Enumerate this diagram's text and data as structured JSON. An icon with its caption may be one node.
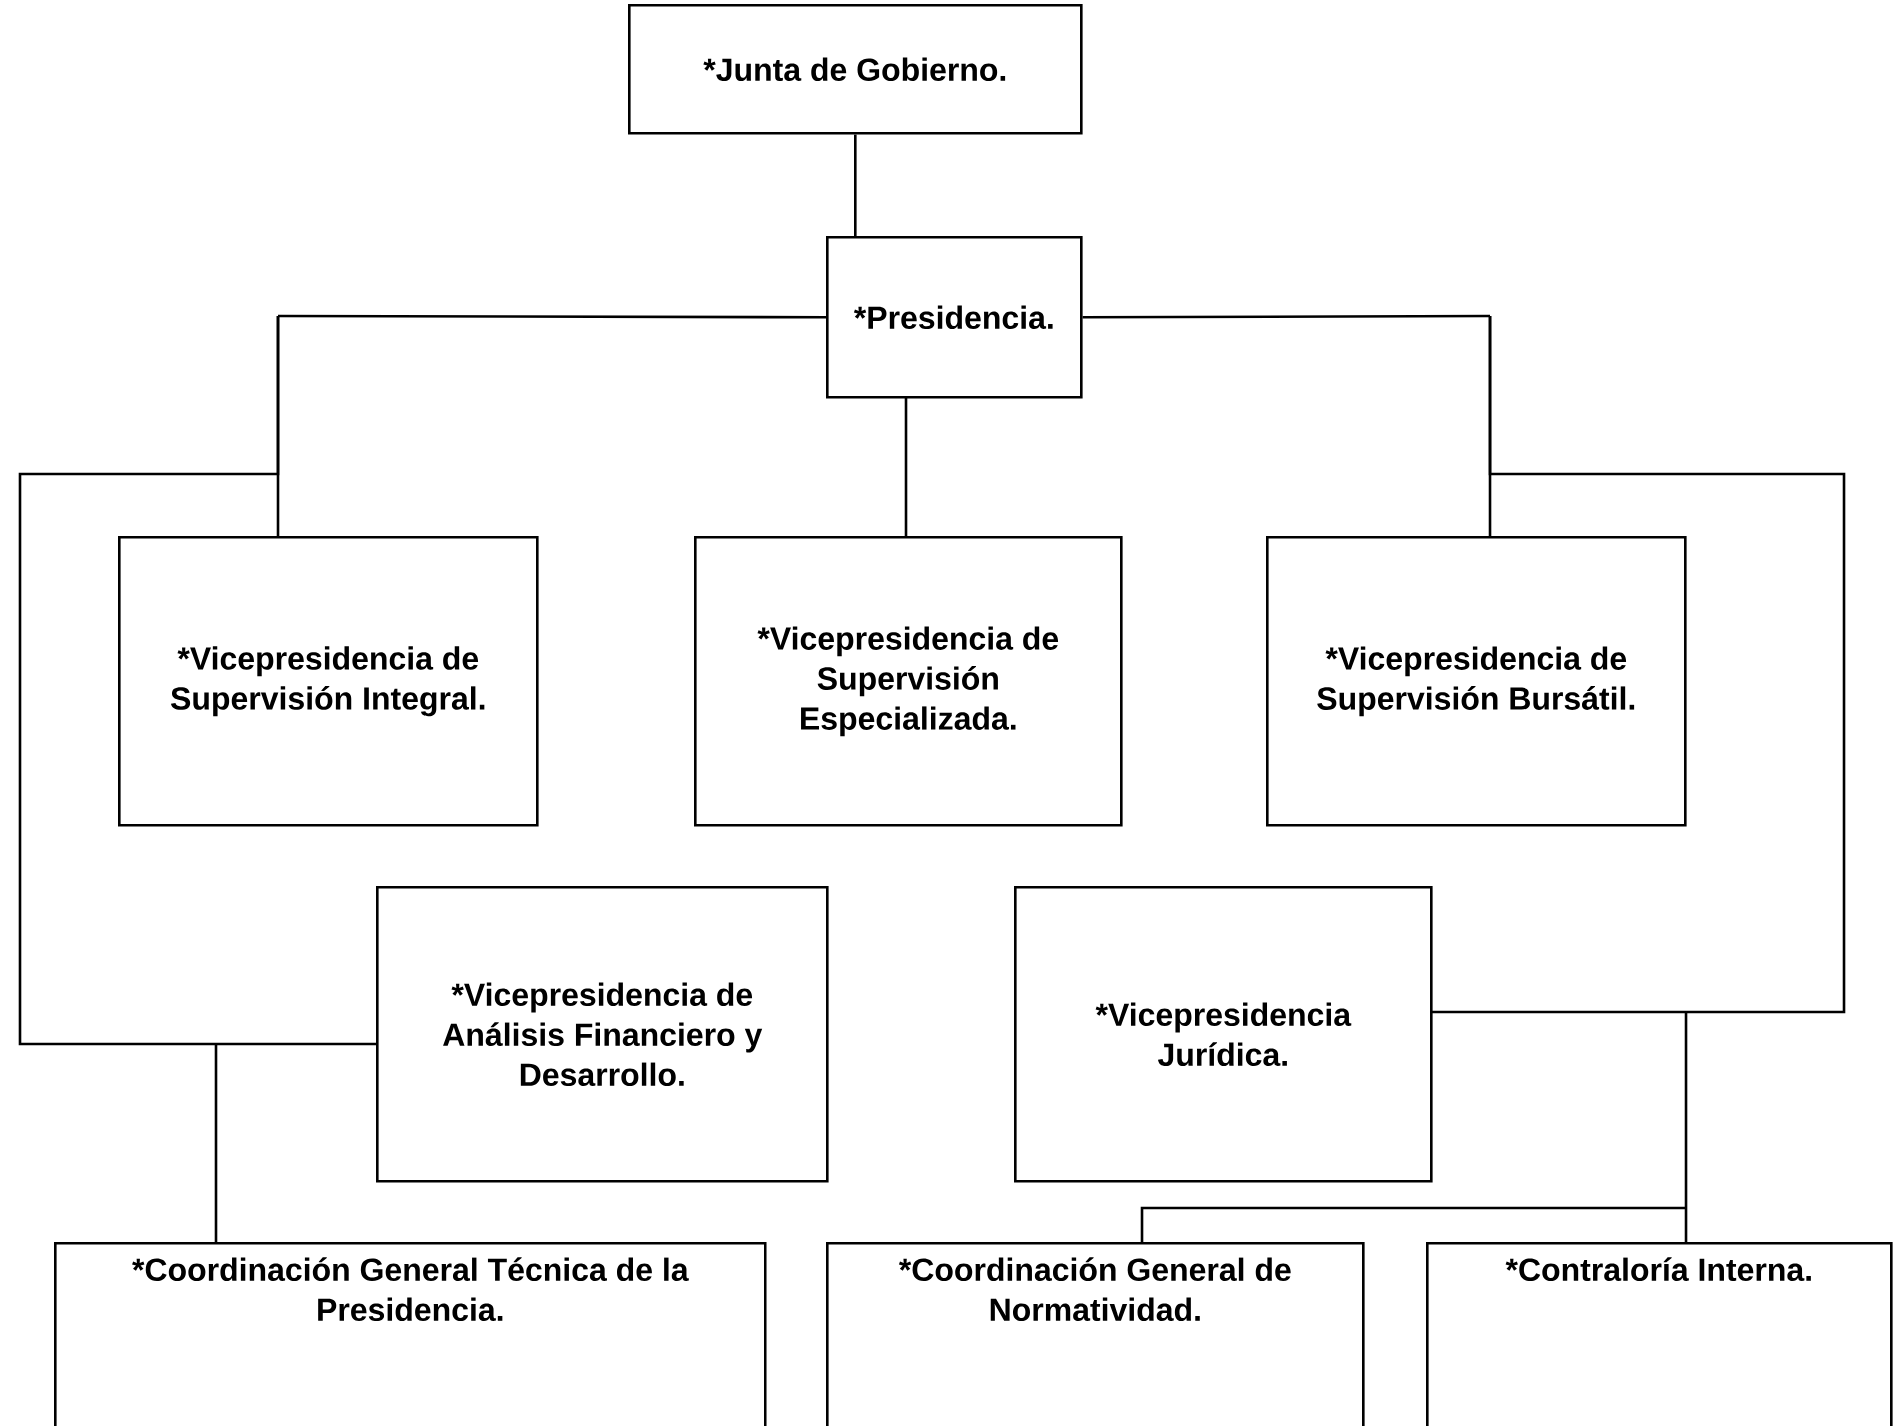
{
  "diagram": {
    "nodes": [
      {
        "text": [
          "*Junta de Gobierno."
        ]
      },
      {
        "text": [
          "*Presidencia."
        ]
      },
      {
        "text": [
          "*Vicepresidencia de Supervisión Integral."
        ]
      },
      {
        "text": [
          "*Vicepresidencia de Supervisión Especializada."
        ]
      },
      {
        "text": [
          "*Vicepresidencia de Supervisión Bursátil."
        ]
      },
      {
        "text": [
          "*Vicepresidencia de Análisis Financiero y Desarrollo."
        ]
      },
      {
        "text": [
          "*Vicepresidencia Jurídica."
        ]
      },
      {
        "text": [
          "*Coordinación General Técnica de la Presidencia."
        ]
      },
      {
        "text": [
          "*Coordinación General de Normatividad."
        ]
      },
      {
        "text": [
          "*Contraloría Interna."
        ]
      }
    ],
    "edges": [
      {
        "from": 0,
        "to": 1,
        "arrow": "none"
      },
      {
        "from": 1,
        "to": 2,
        "arrow": "none"
      },
      {
        "from": 1,
        "to": 3,
        "arrow": "none"
      },
      {
        "from": 1,
        "to": 4,
        "arrow": "none"
      },
      {
        "from": 1,
        "to": 5,
        "arrow": "none"
      },
      {
        "from": 1,
        "to": 7,
        "arrow": "none"
      },
      {
        "from": 1,
        "to": 6,
        "arrow": "none"
      },
      {
        "from": 1,
        "to": 8,
        "arrow": "none"
      },
      {
        "from": 1,
        "to": 9,
        "arrow": "none"
      }
    ]
  }
}
